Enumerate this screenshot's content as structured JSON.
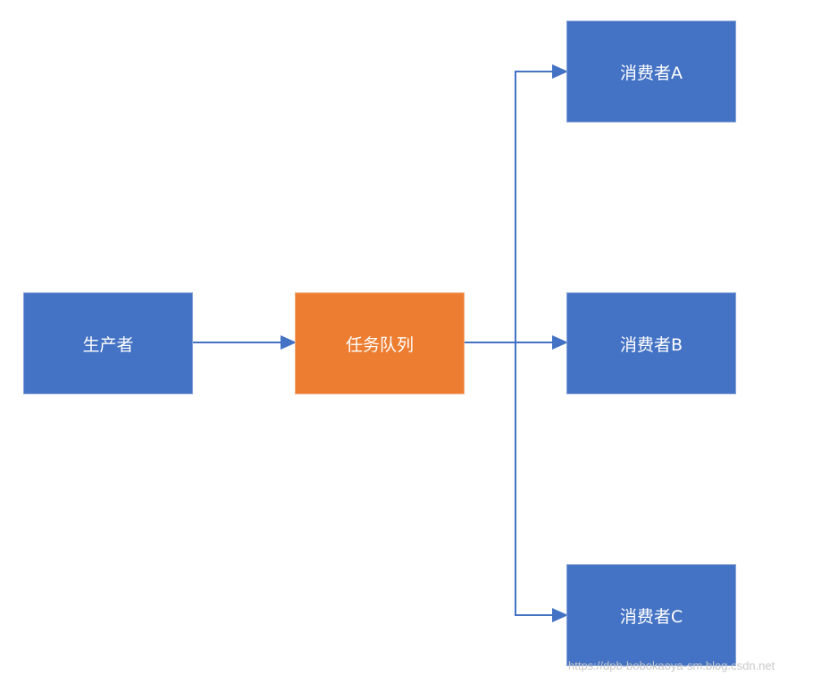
{
  "nodes": {
    "producer": {
      "label": "生产者",
      "color": "#4472C4"
    },
    "queue": {
      "label": "任务队列",
      "color": "#ED7D31"
    },
    "consumer_a": {
      "label": "消费者A",
      "color": "#4472C4"
    },
    "consumer_b": {
      "label": "消费者B",
      "color": "#4472C4"
    },
    "consumer_c": {
      "label": "消费者C",
      "color": "#4472C4"
    }
  },
  "edges": [
    {
      "from": "producer",
      "to": "queue"
    },
    {
      "from": "queue",
      "to": "consumer_a"
    },
    {
      "from": "queue",
      "to": "consumer_b"
    },
    {
      "from": "queue",
      "to": "consumer_c"
    }
  ],
  "edge_color": "#4472C4",
  "watermark": "https://dpb-bobokaoya-sm.blog.csdn.net"
}
